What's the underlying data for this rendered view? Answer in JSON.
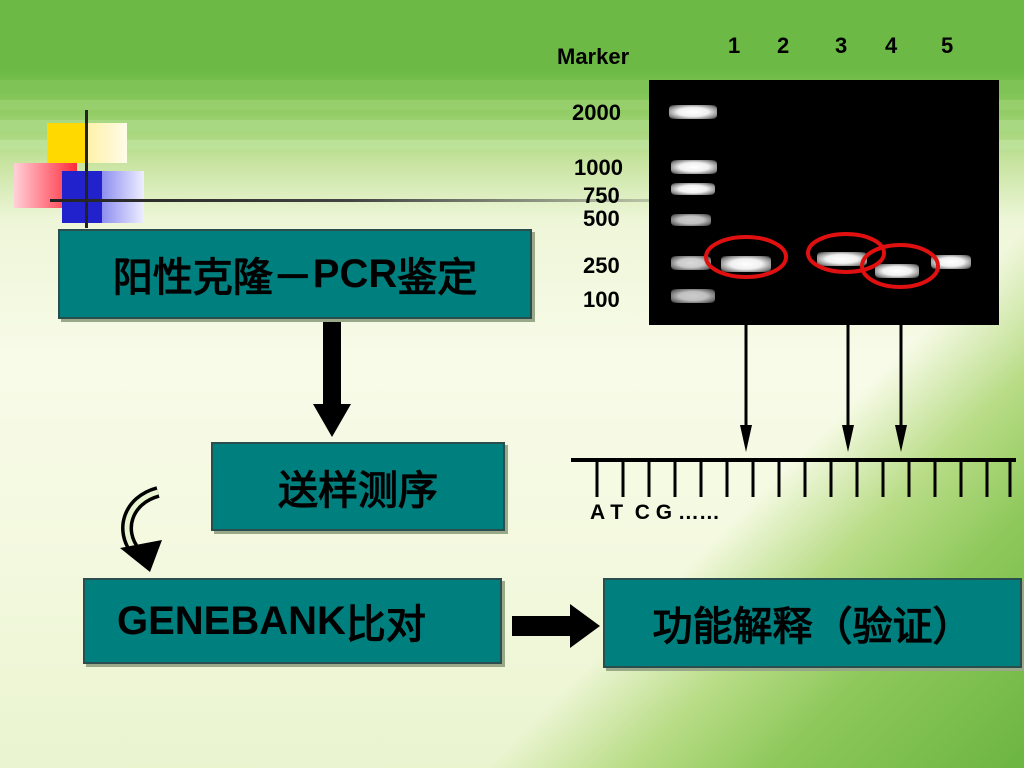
{
  "gel": {
    "marker_label": "Marker",
    "lanes": [
      "1",
      "2",
      "3",
      "4",
      "5"
    ],
    "sizes": [
      "2000",
      "1000",
      "750",
      "500",
      "250",
      "100"
    ]
  },
  "flow": {
    "step1": {
      "cn_a": "阳性克隆－",
      "latin": "PCR",
      "cn_b": "鉴定"
    },
    "step2": "送样测序",
    "step3": {
      "latin": "GENEBANK",
      "cn": "比对"
    },
    "step4": "功能解释（验证）"
  },
  "sequence": "A T  C G ……"
}
